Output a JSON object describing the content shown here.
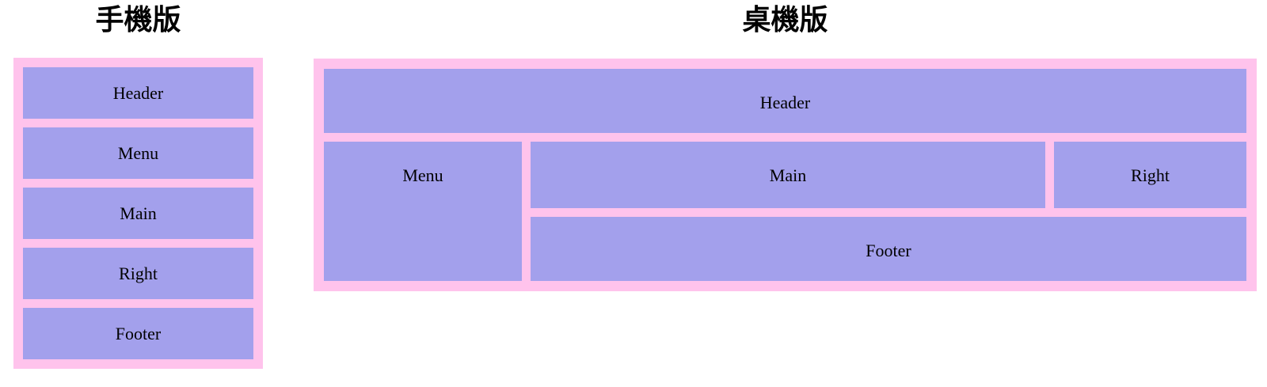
{
  "colors": {
    "page_bg": "#ffffff",
    "container_bg": "#ffc3ec",
    "box_bg": "#a3a0ec",
    "label": "#000000",
    "title": "#000000"
  },
  "mobile": {
    "title": "手機版",
    "boxes": [
      "Header",
      "Menu",
      "Main",
      "Right",
      "Footer"
    ]
  },
  "desktop": {
    "title": "桌機版",
    "boxes": {
      "header": "Header",
      "menu": "Menu",
      "main": "Main",
      "right": "Right",
      "footer": "Footer"
    }
  }
}
